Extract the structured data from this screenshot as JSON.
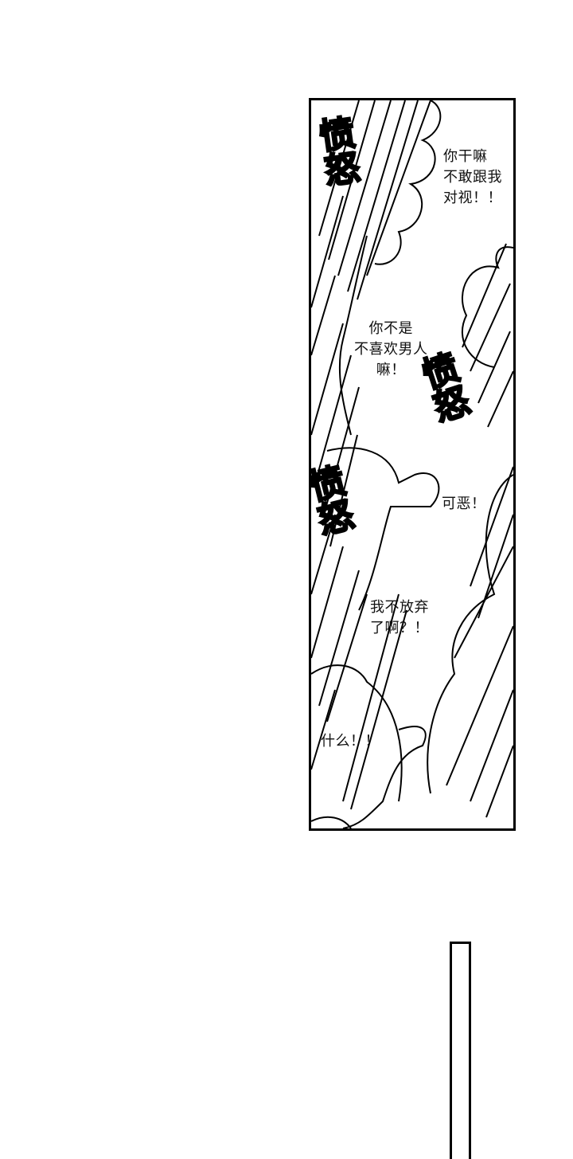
{
  "comic": {
    "panel_1": {
      "speech": [
        {
          "id": "s1",
          "text": "你干嘛\n不敢跟我\n对视！！"
        },
        {
          "id": "s2",
          "text": "你不是\n不喜欢男人\n嘛！"
        },
        {
          "id": "s3",
          "text": "可恶！"
        },
        {
          "id": "s4",
          "text": "我不放弃\n了啊？！"
        },
        {
          "id": "s5",
          "text": "什么！！"
        }
      ],
      "sound_effects": [
        {
          "id": "fx1",
          "text": "愤\n怒"
        },
        {
          "id": "fx2",
          "text": "愤\n怒"
        },
        {
          "id": "fx3",
          "text": "愤\n怒"
        }
      ]
    },
    "panel_2": {
      "label": ""
    }
  },
  "colors": {
    "ink": "#000000",
    "paper": "#ffffff"
  }
}
